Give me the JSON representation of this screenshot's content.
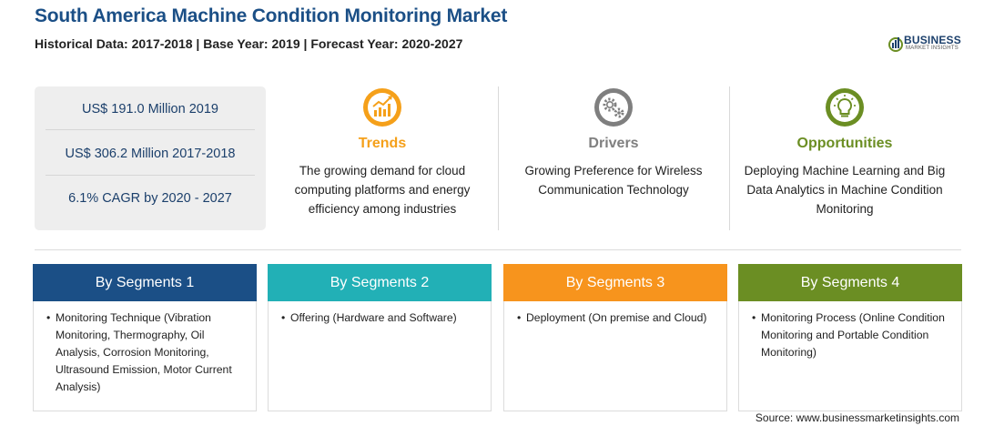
{
  "header": {
    "title": "South America Machine Condition Monitoring Market",
    "subtitle": "Historical Data: 2017-2018 | Base Year: 2019 | Forecast Year: 2020-2027"
  },
  "logo": {
    "name": "BUSINESS",
    "tagline": "MARKET INSIGHTS"
  },
  "stats": [
    "US$ 191.0 Million 2019",
    "US$ 306.2 Million 2017-2018",
    "6.1% CAGR by 2020 - 2027"
  ],
  "insights": [
    {
      "heading": "Trends",
      "icon": "trend-chart-icon",
      "color": "#f5a01a",
      "text": "The growing demand for cloud computing platforms and energy efficiency among industries"
    },
    {
      "heading": "Drivers",
      "icon": "gears-icon",
      "color": "#7f7f7f",
      "text": "Growing Preference for Wireless Communication Technology"
    },
    {
      "heading": "Opportunities",
      "icon": "lightbulb-icon",
      "color": "#6b8e23",
      "text": "Deploying Machine Learning and Big Data Analytics in Machine Condition Monitoring"
    }
  ],
  "segments": [
    {
      "title": "By Segments 1",
      "color": "#1b4f86",
      "item": "Monitoring Technique (Vibration Monitoring, Thermography, Oil Analysis, Corrosion Monitoring, Ultrasound Emission, Motor Current Analysis)"
    },
    {
      "title": "By Segments 2",
      "color": "#22b0b6",
      "item": "Offering (Hardware and Software)"
    },
    {
      "title": "By Segments 3",
      "color": "#f7941d",
      "item": "Deployment (On premise and Cloud)"
    },
    {
      "title": "By Segments 4",
      "color": "#6b8e23",
      "item": "Monitoring Process (Online Condition Monitoring and Portable Condition Monitoring)"
    }
  ],
  "source": "Source: www.businessmarketinsights.com"
}
